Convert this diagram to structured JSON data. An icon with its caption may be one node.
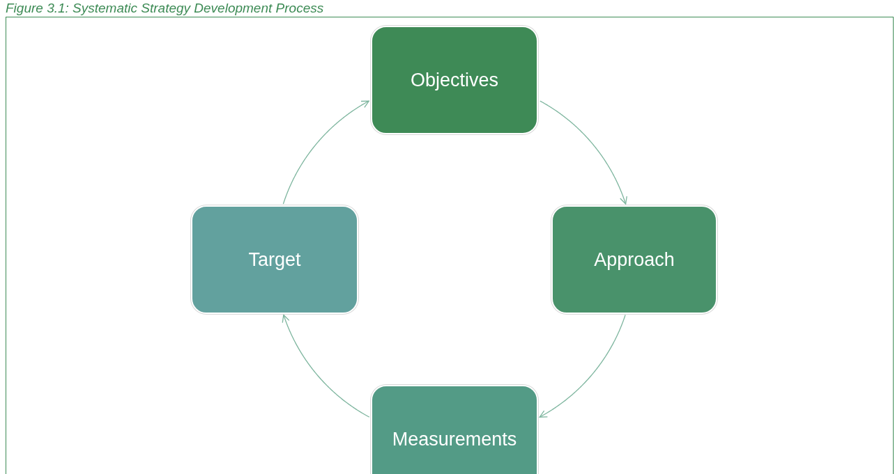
{
  "diagram": {
    "title": "Figure 3.1: Systematic Strategy Development Process",
    "nodes": [
      {
        "text": [
          "Objectives"
        ]
      },
      {
        "text": [
          "Approach"
        ]
      },
      {
        "text": [
          "Measurements"
        ]
      },
      {
        "text": [
          "Target"
        ]
      }
    ],
    "edges": [
      {
        "from": 0,
        "to": 1,
        "arrow": "to"
      },
      {
        "from": 1,
        "to": 2,
        "arrow": "to"
      },
      {
        "from": 2,
        "to": 3,
        "arrow": "to"
      },
      {
        "from": 3,
        "to": 0,
        "arrow": "to"
      }
    ]
  }
}
